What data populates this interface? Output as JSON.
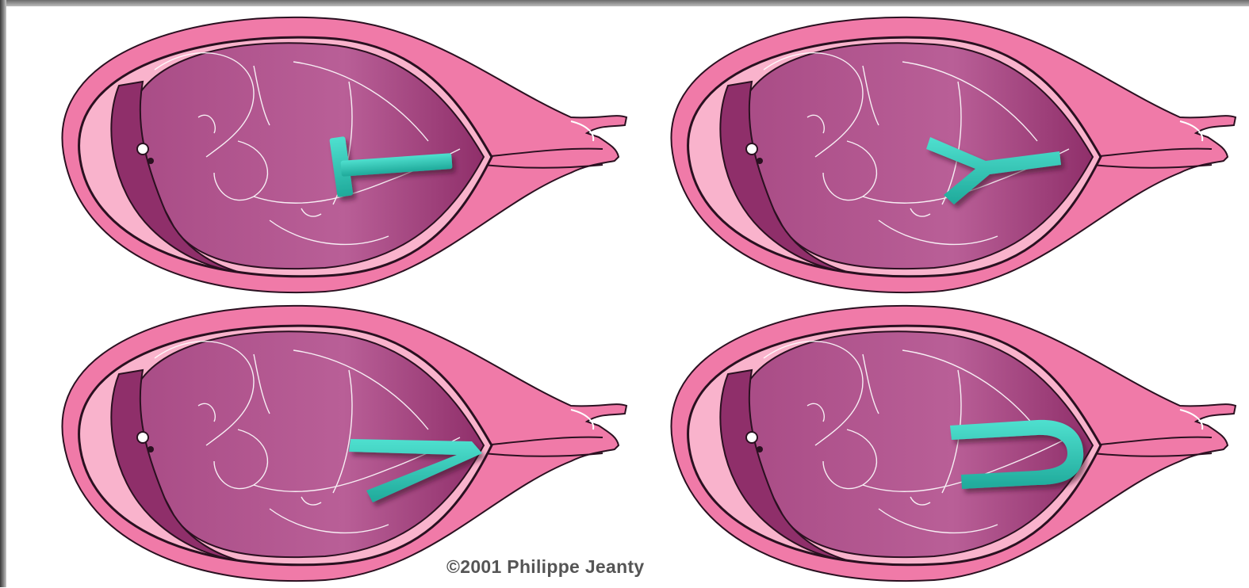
{
  "copyright": "©2001 Philippe Jeanty",
  "panels": [
    {
      "id": "p1",
      "letter": "T"
    },
    {
      "id": "p2",
      "letter": "Y"
    },
    {
      "id": "p3",
      "letter": "V"
    },
    {
      "id": "p4",
      "letter": "U"
    }
  ],
  "colors": {
    "outer_wall": "#f07aa8",
    "inner_wall": "#f9b3cc",
    "fetus": "#b85f96",
    "fetus_dark": "#8f2f6a",
    "marker": "#2ec9b8",
    "outline": "#2a1020"
  }
}
